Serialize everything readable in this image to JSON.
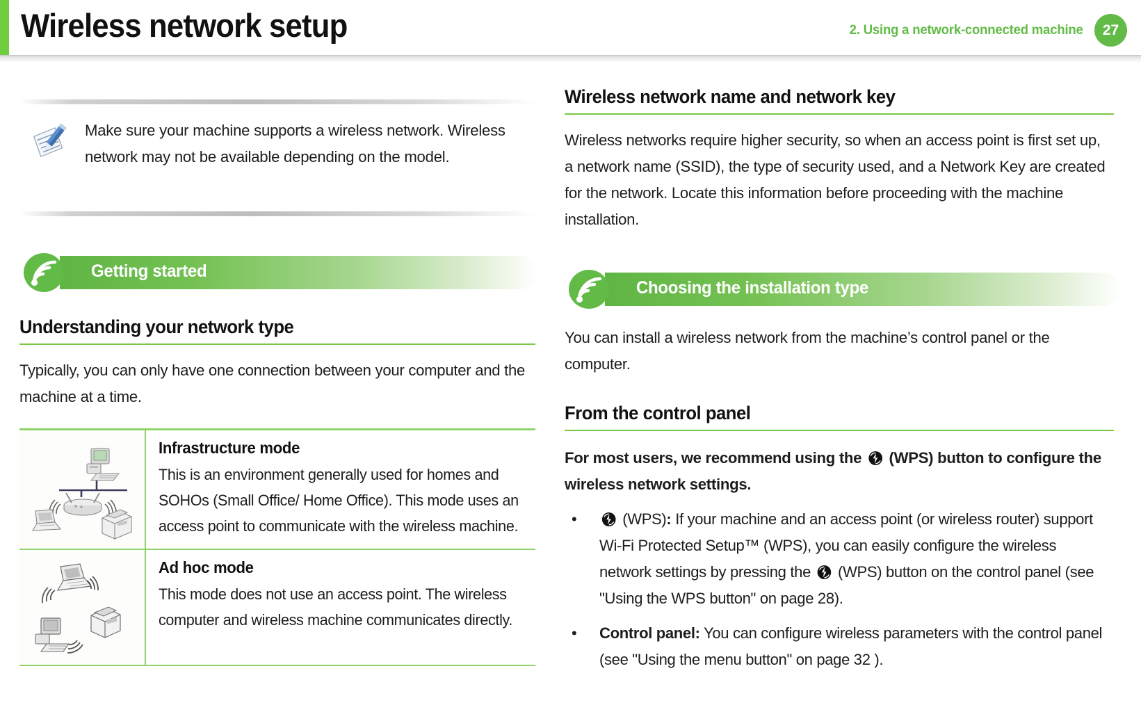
{
  "header": {
    "title": "Wireless network setup",
    "chapter": "2.  Using a network-connected machine",
    "page_number": "27",
    "accent_color": "#6fce3f",
    "brand_green": "#62bb46"
  },
  "left_column": {
    "note": {
      "icon": "note-pencil-icon",
      "text": "Make sure your machine supports a wireless network. Wireless network may not be available depending on the model."
    },
    "section": {
      "icon": "wireless-signal-icon",
      "label": "Getting started"
    },
    "subheading": "Understanding your network type",
    "paragraph": "Typically, you can only have one connection between your computer and the machine at a time.",
    "table": {
      "rows": [
        {
          "icon": "infrastructure-network-diagram",
          "title": "Infrastructure mode",
          "description": "This is an environment generally used for homes and SOHOs (Small Office/ Home Office). This mode uses an access point to communicate with the wireless machine."
        },
        {
          "icon": "adhoc-network-diagram",
          "title": "Ad hoc mode",
          "description": "This mode does not use an access point. The wireless computer and wireless machine communicates directly."
        }
      ]
    }
  },
  "right_column": {
    "subheading_1": "Wireless network name and network key",
    "paragraph_1": "Wireless networks require higher security, so when an access point is first set up, a network name (SSID), the type of security used, and a Network Key are created for the network. Locate this information before proceeding with the machine installation.",
    "section": {
      "icon": "wireless-signal-icon",
      "label": "Choosing the installation type"
    },
    "paragraph_2": "You can install a wireless network from the machine’s control panel or the computer.",
    "subheading_2": "From the control panel",
    "recommend_text_before_icon": "For most users, we recommend using the ",
    "recommend_text_after_icon": " (WPS) button to configure the wireless network settings.",
    "bullets": [
      {
        "marker": "•",
        "lead_icon": "wps-icon",
        "text_after_icon": " (WPS)",
        "bold_part": ":",
        "text": " If your machine and an access point (or wireless router) support Wi-Fi Protected Setup™ (WPS), you can easily configure the wireless network settings by pressing the ",
        "text_tail": " (WPS) button on the control panel (see \"Using the WPS button\" on page 28)."
      },
      {
        "marker": "•",
        "bold_label": "Control panel:",
        "text": " You can configure wireless parameters with the control panel (see \"Using the menu button\" on page 32 )."
      }
    ]
  }
}
